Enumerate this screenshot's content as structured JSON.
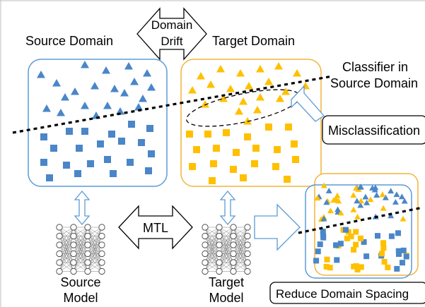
{
  "labels": {
    "source_domain": "Source Domain",
    "target_domain": "Target Domain",
    "domain_drift_line1": "Domain",
    "domain_drift_line2": "Drift",
    "classifier_line1": "Classifier in",
    "classifier_line2": "Source Domain",
    "misclassification": "Misclassification",
    "mtl": "MTL",
    "source_model_line1": "Source",
    "source_model_line2": "Model",
    "target_model_line1": "Target",
    "target_model_line2": "Model",
    "reduce_domain_spacing": "Reduce Domain Spacing"
  },
  "colors": {
    "source_blue": "#4a86c8",
    "source_box_stroke": "#5b9bd5",
    "target_gold": "#ffc000",
    "target_box_stroke": "#f2b43a",
    "neural_net": "#7f7f7f",
    "frame_line": "#bfbfbf"
  },
  "icons": {
    "source_marker_shapes": [
      "blue-triangle",
      "blue-square"
    ],
    "target_marker_shapes": [
      "gold-triangle",
      "gold-square"
    ],
    "models": "neural-network-icon"
  }
}
